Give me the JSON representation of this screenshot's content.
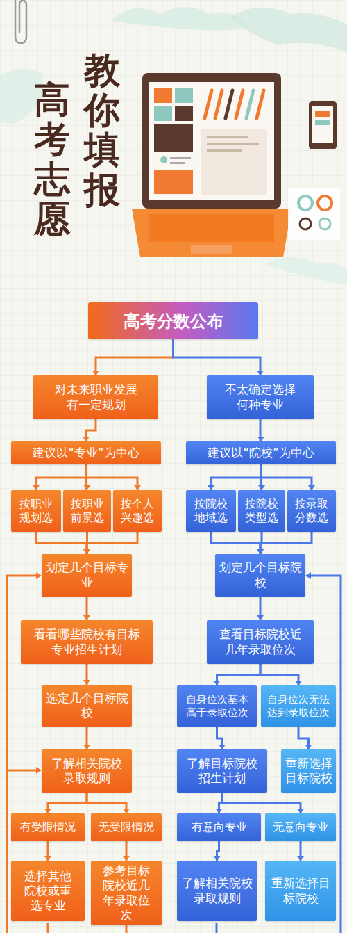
{
  "diagram": {
    "title": "教你填报",
    "nodes": [
      {
        "text": [
          "高考分数公布"
        ]
      },
      {
        "text": [
          "对未来职业发展有一定规划"
        ]
      },
      {
        "text": [
          "不太确定选择何种专业"
        ]
      },
      {
        "text": [
          "建议以“专业”为中心"
        ]
      },
      {
        "text": [
          "建议以“院校”为中心"
        ]
      },
      {
        "text": [
          "按职业规划选"
        ]
      },
      {
        "text": [
          "按职业前景选"
        ]
      },
      {
        "text": [
          "按个人兴趣选"
        ]
      },
      {
        "text": [
          "按院校地域选"
        ]
      },
      {
        "text": [
          "按院校类型选"
        ]
      },
      {
        "text": [
          "按录取分数选"
        ]
      },
      {
        "text": [
          "划定几个目标专业"
        ]
      },
      {
        "text": [
          "划定几个目标院校"
        ]
      },
      {
        "text": [
          "看看哪些院校有目标专业招生计划"
        ]
      },
      {
        "text": [
          "查看目标院校近几年录取位次"
        ]
      },
      {
        "text": [
          "选定几个目标院校"
        ]
      },
      {
        "text": [
          "自身位次基本高于录取位次"
        ]
      },
      {
        "text": [
          "自身位次无法达到录取位次"
        ]
      },
      {
        "text": [
          "了解相关院校录取规则"
        ]
      },
      {
        "text": [
          "了解目标院校招生计划"
        ]
      },
      {
        "text": [
          "重新选择目标院校"
        ]
      },
      {
        "text": [
          "有受限情况"
        ]
      },
      {
        "text": [
          "无受限情况"
        ]
      },
      {
        "text": [
          "有意向专业"
        ]
      },
      {
        "text": [
          "无意向专业"
        ]
      },
      {
        "text": [
          "选择其他院校或重选专业"
        ]
      },
      {
        "text": [
          "参考目标院校近几年录取位次"
        ]
      },
      {
        "text": [
          "了解相关院校录取规则"
        ]
      },
      {
        "text": [
          "重新选择目标院校"
        ]
      }
    ],
    "edges": [
      {
        "from": 0,
        "to": 1,
        "arrow": "to"
      },
      {
        "from": 0,
        "to": 2,
        "arrow": "to"
      },
      {
        "from": 1,
        "to": 3,
        "arrow": "to"
      },
      {
        "from": 2,
        "to": 4,
        "arrow": "to"
      },
      {
        "from": 3,
        "to": 5,
        "arrow": "to"
      },
      {
        "from": 3,
        "to": 6,
        "arrow": "to"
      },
      {
        "from": 3,
        "to": 7,
        "arrow": "to"
      },
      {
        "from": 4,
        "to": 8,
        "arrow": "to"
      },
      {
        "from": 4,
        "to": 9,
        "arrow": "to"
      },
      {
        "from": 4,
        "to": 10,
        "arrow": "to"
      },
      {
        "from": 5,
        "to": 11,
        "arrow": "to"
      },
      {
        "from": 6,
        "to": 11,
        "arrow": "to"
      },
      {
        "from": 7,
        "to": 11,
        "arrow": "to"
      },
      {
        "from": 8,
        "to": 12,
        "arrow": "to"
      },
      {
        "from": 9,
        "to": 12,
        "arrow": "to"
      },
      {
        "from": 10,
        "to": 12,
        "arrow": "to"
      },
      {
        "from": 11,
        "to": 13,
        "arrow": "to"
      },
      {
        "from": 12,
        "to": 14,
        "arrow": "to"
      },
      {
        "from": 13,
        "to": 15,
        "arrow": "to"
      },
      {
        "from": 14,
        "to": 16,
        "arrow": "to"
      },
      {
        "from": 14,
        "to": 17,
        "arrow": "to"
      },
      {
        "from": 15,
        "to": 18,
        "arrow": "to"
      },
      {
        "from": 16,
        "to": 19,
        "arrow": "to"
      },
      {
        "from": 17,
        "to": 20,
        "arrow": "to"
      },
      {
        "from": 18,
        "to": 21,
        "arrow": "to"
      },
      {
        "from": 18,
        "to": 22,
        "arrow": "to"
      },
      {
        "from": 19,
        "to": 23,
        "arrow": "to"
      },
      {
        "from": 19,
        "to": 24,
        "arrow": "to"
      },
      {
        "from": 21,
        "to": 25,
        "arrow": "to"
      },
      {
        "from": 22,
        "to": 26,
        "arrow": "to"
      },
      {
        "from": 23,
        "to": 27,
        "arrow": "to"
      },
      {
        "from": 24,
        "to": 28,
        "arrow": "to"
      }
    ],
    "labels": [
      "高考志愿"
    ]
  }
}
